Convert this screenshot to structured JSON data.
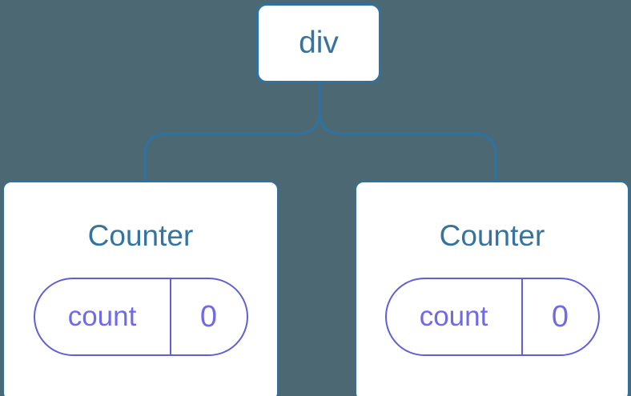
{
  "diagram": {
    "description": "component tree",
    "root": {
      "label": "div"
    },
    "children": [
      {
        "title": "Counter",
        "state": {
          "key": "count",
          "value": "0"
        }
      },
      {
        "title": "Counter",
        "state": {
          "key": "count",
          "value": "0"
        }
      }
    ]
  },
  "colors": {
    "background": "#4C6973",
    "node_border_blue": "#2F719F",
    "node_text_blue": "#35749E",
    "state_border_purple": "#5F5FD6",
    "state_text_purple": "#6E6AE8",
    "node_fill": "#FFFFFF"
  }
}
